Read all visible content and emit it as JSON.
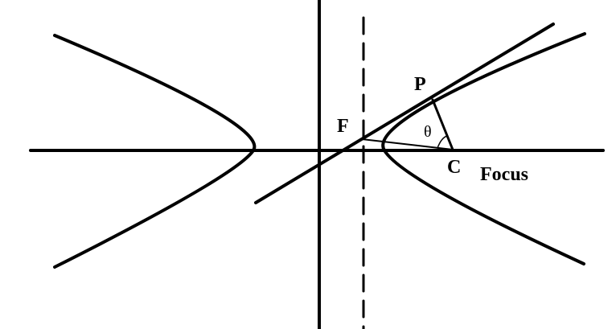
{
  "labels": {
    "point_p": "P",
    "point_f": "F",
    "point_c": "C",
    "focus": "Focus",
    "angle": "θ"
  },
  "colors": {
    "ink": "#000000",
    "background": "#ffffff"
  }
}
